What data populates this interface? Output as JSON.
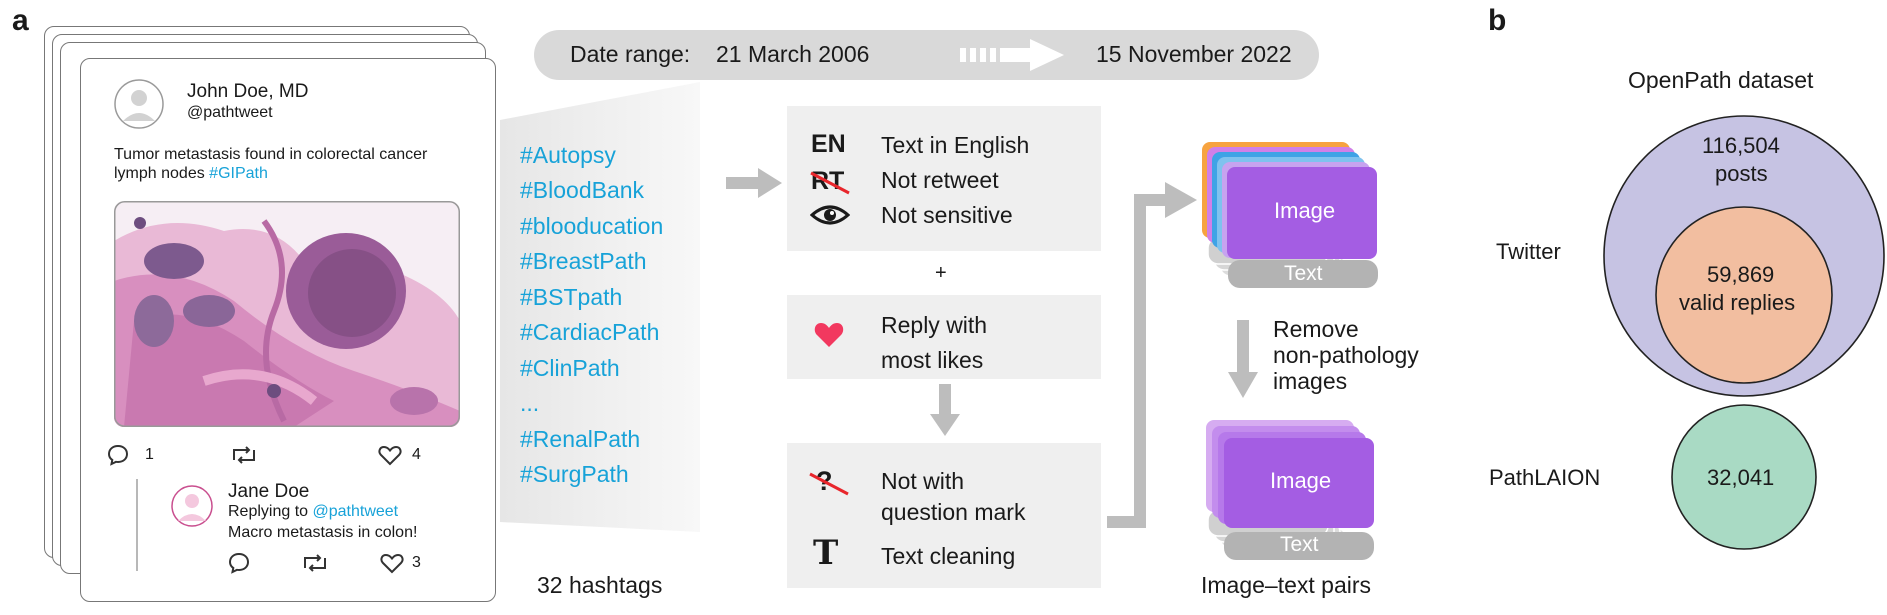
{
  "panel_a": "a",
  "panel_b": "b",
  "date_range": {
    "label": "Date range:",
    "start": "21 March 2006",
    "end": "15 November 2022"
  },
  "tweet": {
    "author_name": "John Doe, MD",
    "author_handle": "@pathtweet",
    "text": "Tumor metastasis found in colorectal cancer lymph nodes",
    "text_line1": "Tumor metastasis found in colorectal cancer",
    "text_line2": "lymph nodes",
    "hashtag": "#GIPath",
    "replies": "1",
    "likes": "4"
  },
  "reply": {
    "author_name": "Jane Doe",
    "replying_prefix": "Replying to",
    "replying_handle": "@pathtweet",
    "text": "Macro metastasis in colon!",
    "likes": "3"
  },
  "hashtags": [
    "#Autopsy",
    "#BloodBank",
    "#blooducation",
    "#BreastPath",
    "#BSTpath",
    "#CardiacPath",
    "#ClinPath",
    "...",
    "#RenalPath",
    "#SurgPath"
  ],
  "hashtag_count_label": "32 hashtags",
  "filters": {
    "en_icon": "EN",
    "english": "Text in English",
    "rt_icon": "RT",
    "not_retweet": "Not retweet",
    "not_sensitive": "Not sensitive",
    "plus": "+",
    "reply_line1": "Reply with",
    "reply_line2": "most likes",
    "question_icon": "?",
    "q_line1": "Not with",
    "q_line2": "question mark",
    "t_icon": "T",
    "text_cleaning": "Text cleaning"
  },
  "stacks": {
    "image_label": "Image",
    "text_label": "Text",
    "remove_line1": "Remove",
    "remove_line2": "non-pathology",
    "remove_line3": "images",
    "pairs_label": "Image–text pairs"
  },
  "venn": {
    "title": "OpenPath dataset",
    "twitter_label": "Twitter",
    "posts_value": "116,504",
    "posts_label": "posts",
    "replies_value": "59,869",
    "replies_label": "valid replies",
    "pathlaion_label": "PathLAION",
    "pathlaion_value": "32,041",
    "colors": {
      "outer": "#c6c3e3",
      "inner": "#f2bea0",
      "laion": "#a9dac4"
    }
  },
  "colors": {
    "hashtag_blue": "#17a2d8",
    "image_purple": "#a45de3",
    "heart": "#f2385f"
  }
}
